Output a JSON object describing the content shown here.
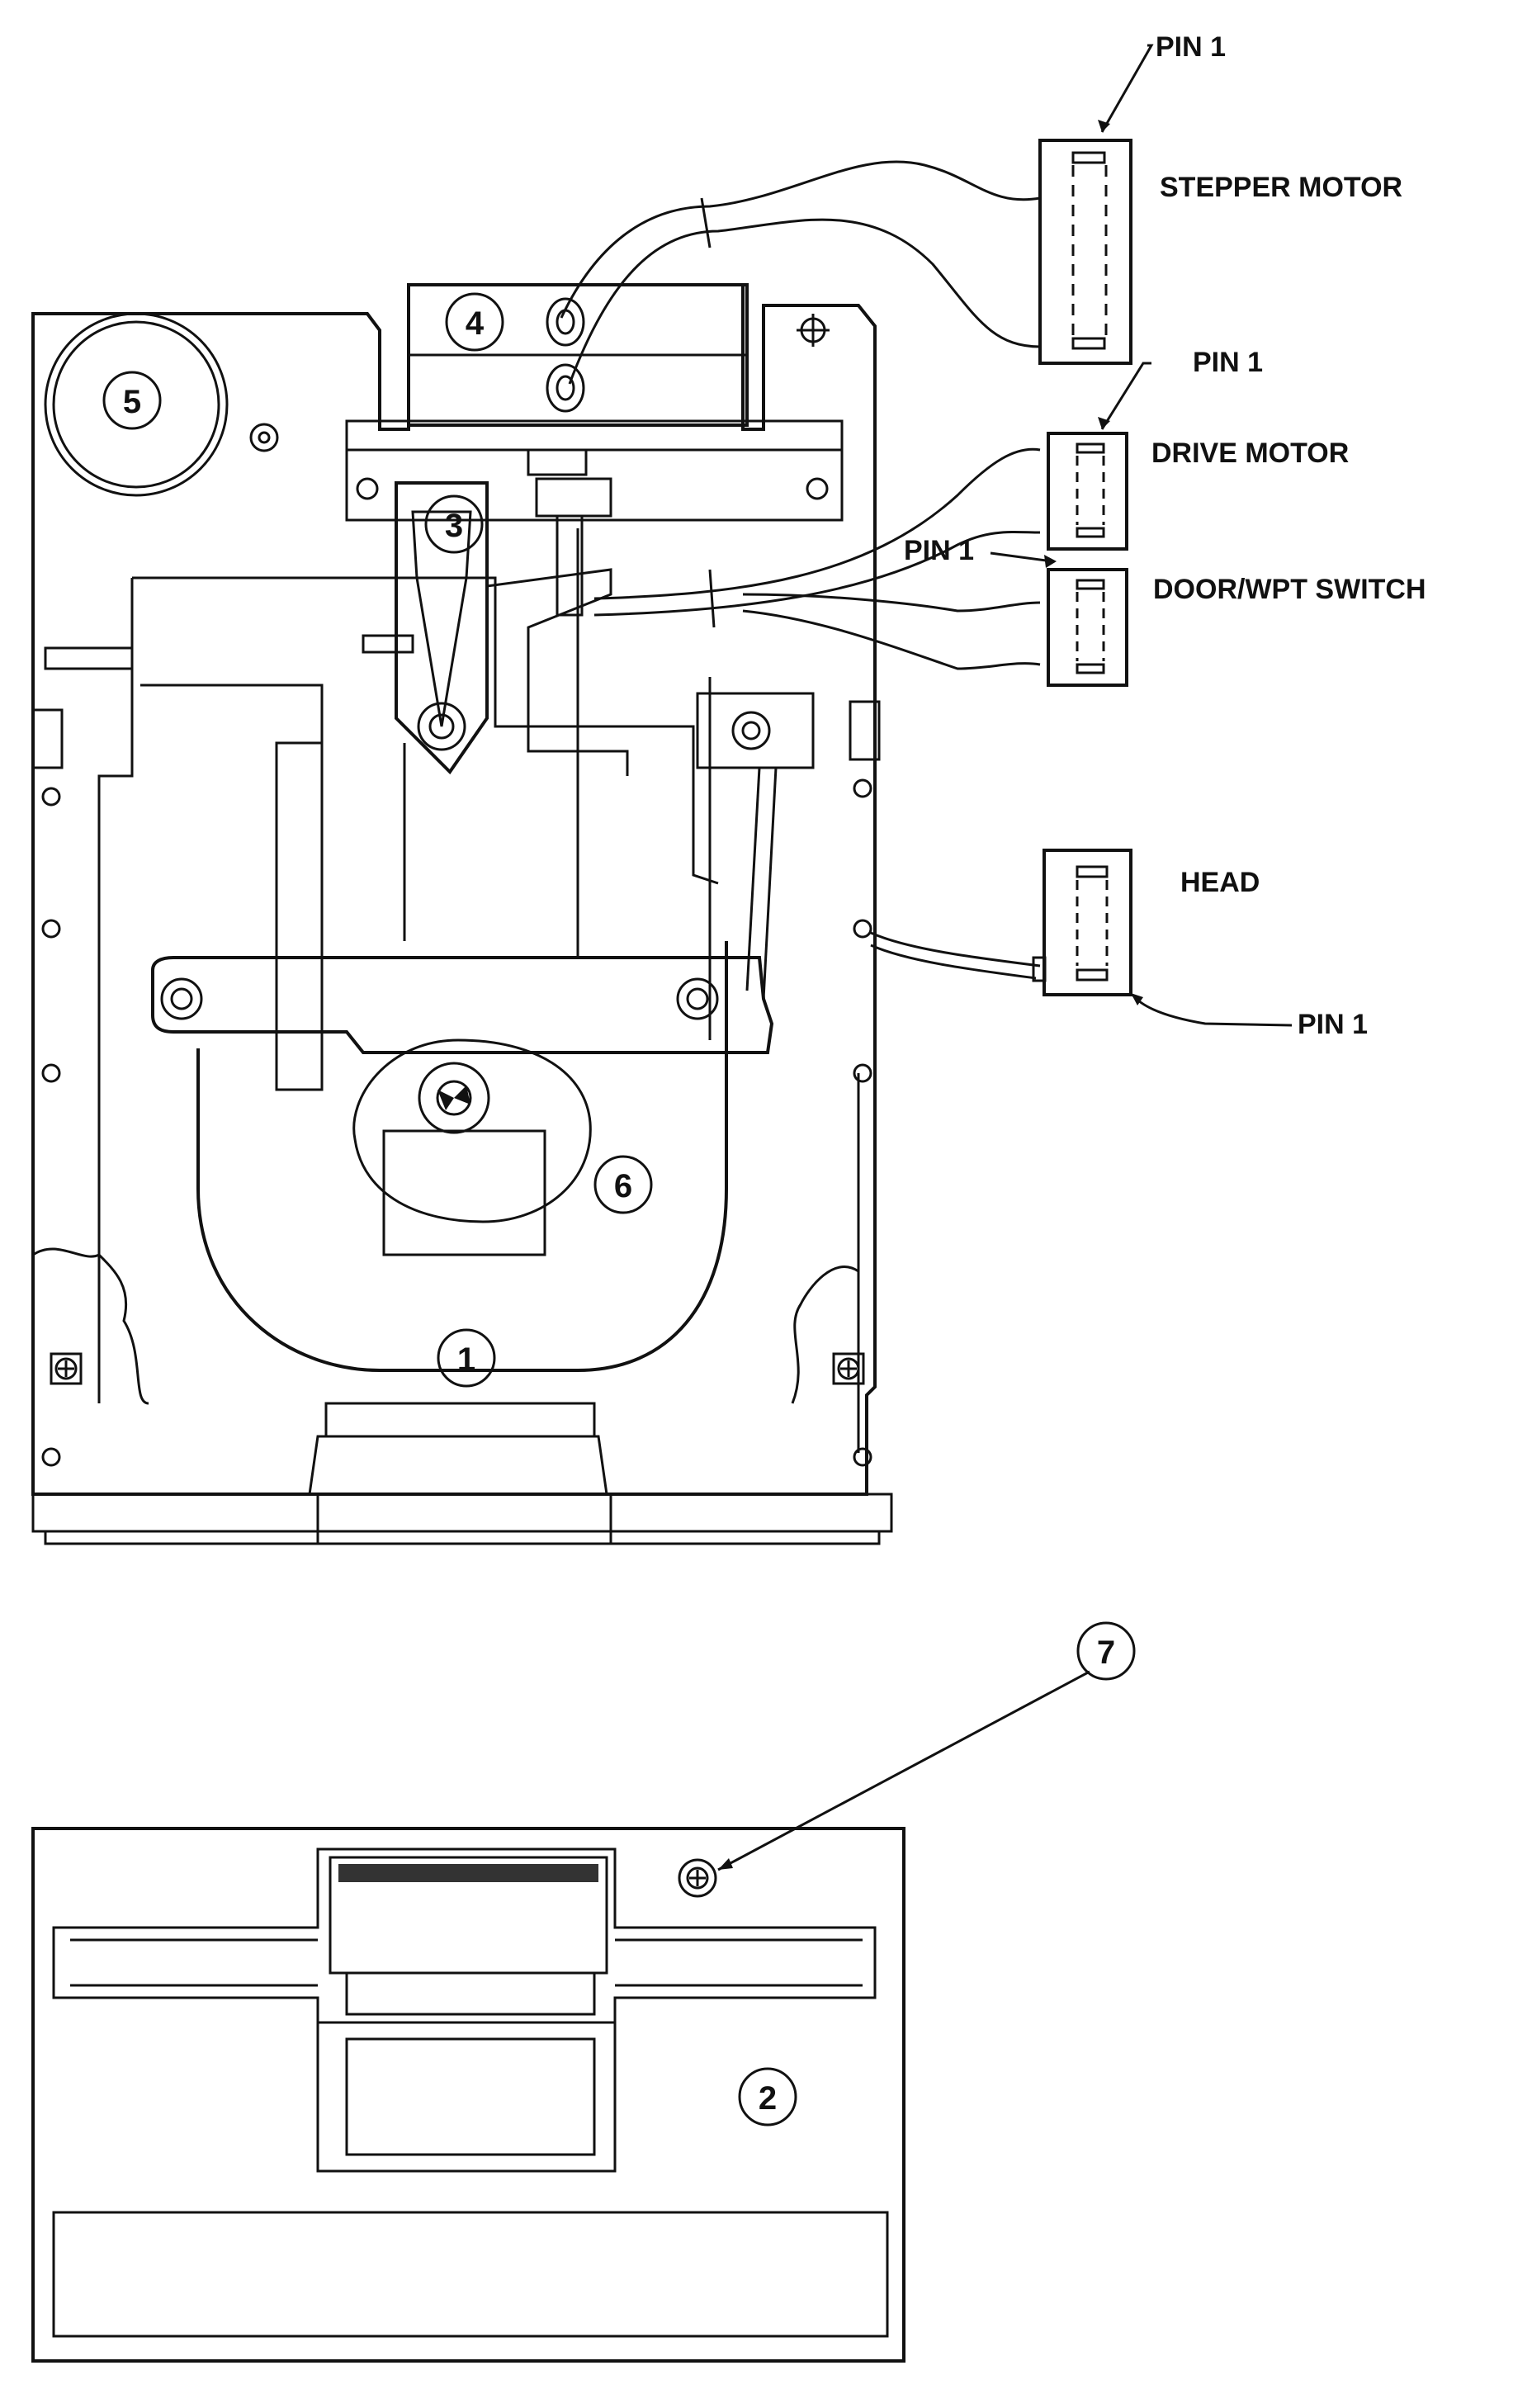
{
  "connector_labels": {
    "stepper_motor": "STEPPER MOTOR",
    "drive_motor": "DRIVE MOTOR",
    "door_wpt_switch": "DOOR/WPT SWITCH",
    "head": "HEAD",
    "pin1_stepper": "PIN 1",
    "pin1_drive": "PIN 1",
    "pin1_door": "PIN 1",
    "pin1_head": "PIN 1"
  },
  "callouts": {
    "c1": "1",
    "c2": "2",
    "c3": "3",
    "c4": "4",
    "c5": "5",
    "c6": "6",
    "c7": "7"
  }
}
